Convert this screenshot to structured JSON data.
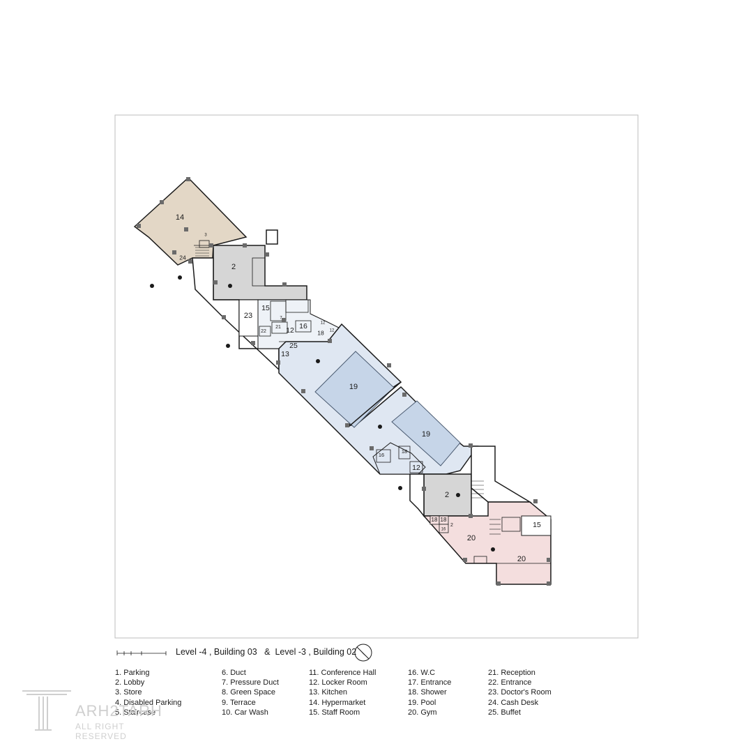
{
  "plan": {
    "title_level_a": "Level -4 , Building 03",
    "title_amp": "&",
    "title_level_b": "Level -3 , Building 02",
    "north_arrow_icon": "north-arrow-icon",
    "scale_bar_icon": "scale-bar-icon",
    "rooms": {
      "r14": "14",
      "r2a": "2",
      "r24": "24",
      "r3": "3",
      "r23": "23",
      "r15a": "15",
      "r12a": "12",
      "r16a": "16",
      "r21": "21",
      "r22": "22",
      "r18a": "18",
      "r25": "25",
      "r13": "13",
      "r19a": "19",
      "r19b": "19",
      "r16b": "16",
      "r18b": "18",
      "r12b": "12",
      "r2b": "2",
      "r18c": "18",
      "r18d": "18",
      "r2c": "2",
      "r16c": "16",
      "r15b": "15",
      "r20a": "20",
      "r20b": "20",
      "r7": "7",
      "r12c": "12",
      "r12d": "12"
    },
    "colors": {
      "hypermarket": "#e3d7c6",
      "lobby": "#d6d6d6",
      "pool_zone": "#dfe7f2",
      "pool": "#c6d5e8",
      "gym": "#f4dede",
      "outline": "#1a1a1a",
      "frame": "#bdbdbd"
    }
  },
  "legend": {
    "col1": [
      "1. Parking",
      "2. Lobby",
      "3. Store",
      "4. Disabled Parking",
      "5. Staircase"
    ],
    "col2": [
      "6. Duct",
      "7. Pressure Duct",
      "8. Green Space",
      "9. Terrace",
      "10. Car Wash"
    ],
    "col3": [
      "11. Conference Hall",
      "12. Locker Room",
      "13. Kitchen",
      "14. Hypermarket",
      "15. Staff Room"
    ],
    "col4": [
      "16. W.C",
      "17. Entrance",
      "18. Shower",
      "19. Pool",
      "20. Gym"
    ],
    "col5": [
      "21. Reception",
      "22. Entrance",
      "23. Doctor's Room",
      "24. Cash Desk",
      "25. Buffet"
    ]
  },
  "watermark": {
    "brand": "ARH2TARH",
    "rights": "ALL RIGHT RESERVED",
    "logo_icon": "column-logo-icon"
  }
}
